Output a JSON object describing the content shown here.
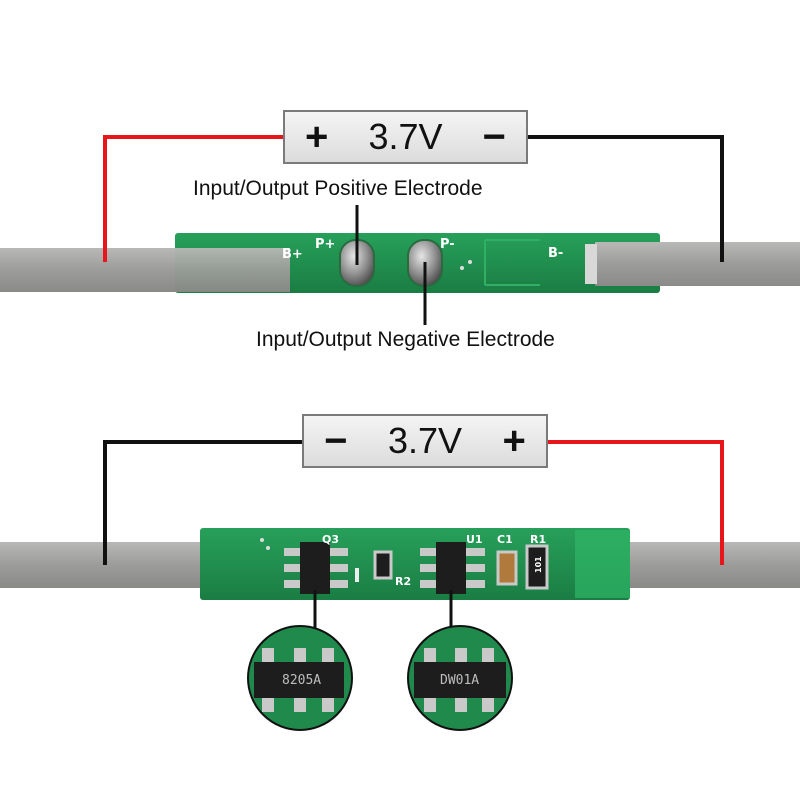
{
  "top": {
    "voltage": {
      "plus": "+",
      "value": "3.7V",
      "minus": "−"
    },
    "label_positive": "Input/Output Positive Electrode",
    "label_negative": "Input/Output Negative Electrode",
    "pcb_labels": {
      "b_plus": "B+",
      "p_plus": "P+",
      "p_minus": "P-",
      "b_minus": "B-"
    }
  },
  "bottom": {
    "voltage": {
      "minus": "−",
      "value": "3.7V",
      "plus": "+"
    },
    "pcb_labels": {
      "q3": "Q3",
      "u1": "U1",
      "c1": "C1",
      "r1": "R1",
      "r2": "R2",
      "r_value": "101"
    },
    "zoom_left_chip": "8205A",
    "zoom_right_chip": "DW01A"
  },
  "colors": {
    "wire_red": "#e8161b",
    "wire_black": "#111111",
    "pcb_green": "#1f8a4c",
    "nickel_strip": "#9a9a98"
  }
}
